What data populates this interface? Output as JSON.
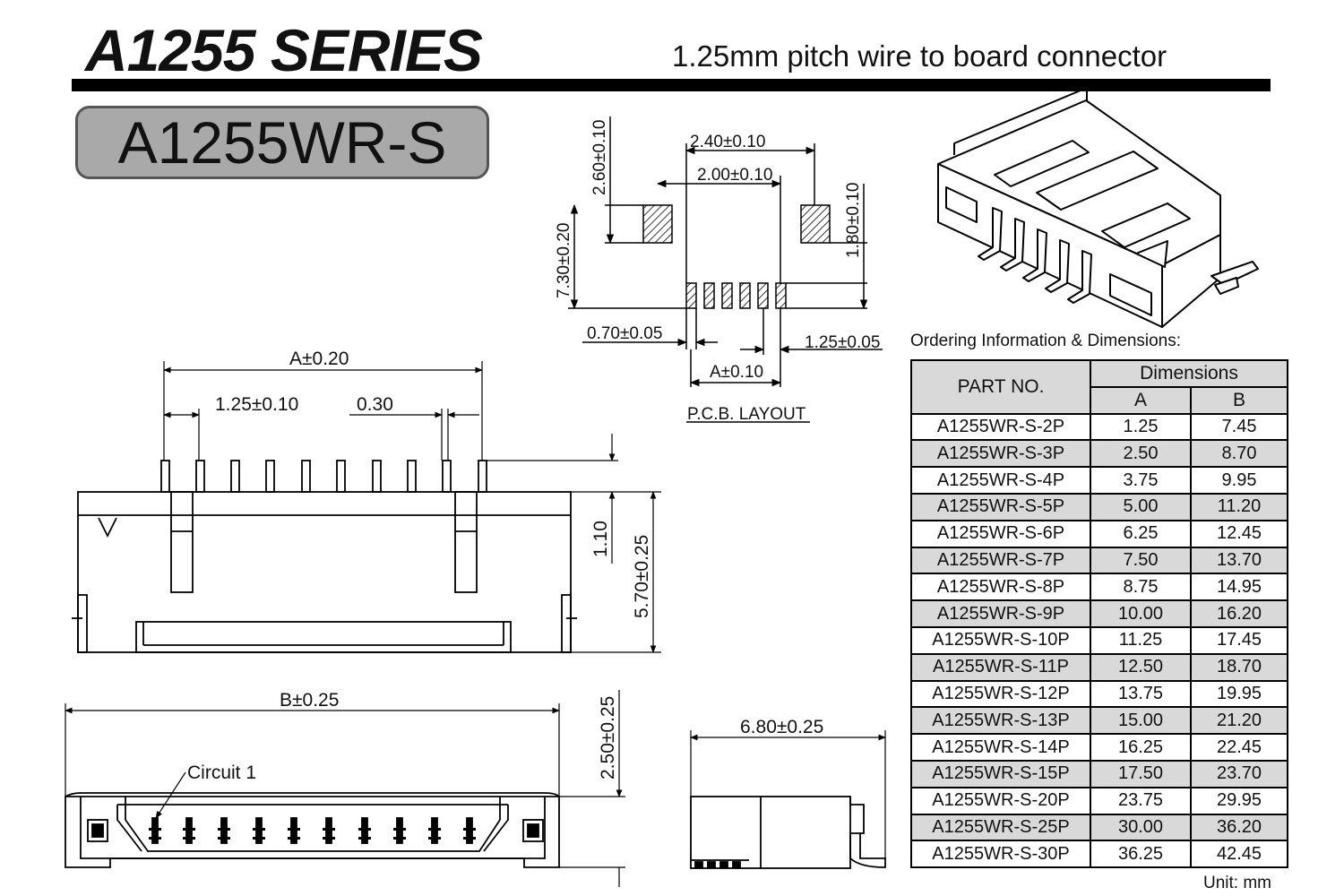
{
  "header": {
    "series_title": "A1255 SERIES",
    "subtitle": "1.25mm pitch wire to board connector",
    "part_badge": "A1255WR-S"
  },
  "pcb_layout": {
    "caption": "P.C.B. LAYOUT",
    "dims": {
      "w_outer": "2.40±0.10",
      "w_inner": "2.00±0.10",
      "h_pad": "2.60±0.10",
      "h_total": "7.30±0.20",
      "h_right": "1.80±0.10",
      "pin_w": "0.70±0.05",
      "pitch": "1.25±0.05",
      "a": "A±0.10"
    }
  },
  "front_view": {
    "dims": {
      "a": "A±0.20",
      "pitch": "1.25±0.10",
      "pin": "0.30",
      "h_pin": "1.10",
      "h_total": "5.70±0.25"
    }
  },
  "bottom_view": {
    "dims": {
      "b": "B±0.25",
      "h": "2.50±0.25"
    },
    "circuit_label": "Circuit 1"
  },
  "side_view": {
    "dims": {
      "w": "6.80±0.25"
    }
  },
  "ordering": {
    "caption": "Ordering Information & Dimensions:",
    "header_part": "PART NO.",
    "header_dims": "Dimensions",
    "header_a": "A",
    "header_b": "B",
    "rows": [
      {
        "part": "A1255WR-S-2P",
        "a": "1.25",
        "b": "7.45"
      },
      {
        "part": "A1255WR-S-3P",
        "a": "2.50",
        "b": "8.70"
      },
      {
        "part": "A1255WR-S-4P",
        "a": "3.75",
        "b": "9.95"
      },
      {
        "part": "A1255WR-S-5P",
        "a": "5.00",
        "b": "11.20"
      },
      {
        "part": "A1255WR-S-6P",
        "a": "6.25",
        "b": "12.45"
      },
      {
        "part": "A1255WR-S-7P",
        "a": "7.50",
        "b": "13.70"
      },
      {
        "part": "A1255WR-S-8P",
        "a": "8.75",
        "b": "14.95"
      },
      {
        "part": "A1255WR-S-9P",
        "a": "10.00",
        "b": "16.20"
      },
      {
        "part": "A1255WR-S-10P",
        "a": "11.25",
        "b": "17.45"
      },
      {
        "part": "A1255WR-S-11P",
        "a": "12.50",
        "b": "18.70"
      },
      {
        "part": "A1255WR-S-12P",
        "a": "13.75",
        "b": "19.95"
      },
      {
        "part": "A1255WR-S-13P",
        "a": "15.00",
        "b": "21.20"
      },
      {
        "part": "A1255WR-S-14P",
        "a": "16.25",
        "b": "22.45"
      },
      {
        "part": "A1255WR-S-15P",
        "a": "17.50",
        "b": "23.70"
      },
      {
        "part": "A1255WR-S-20P",
        "a": "23.75",
        "b": "29.95"
      },
      {
        "part": "A1255WR-S-25P",
        "a": "30.00",
        "b": "36.20"
      },
      {
        "part": "A1255WR-S-30P",
        "a": "36.25",
        "b": "42.45"
      }
    ],
    "unit": "Unit: mm"
  }
}
